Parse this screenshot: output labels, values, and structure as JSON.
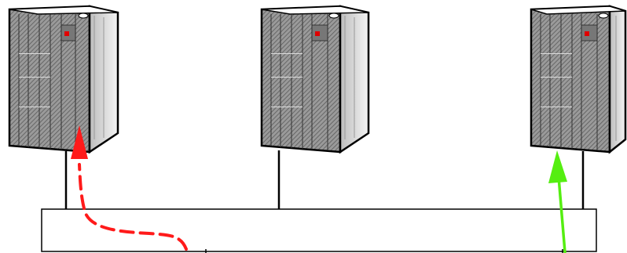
{
  "diagram": {
    "servers": [
      {
        "name": "server-rack-left"
      },
      {
        "name": "server-rack-center"
      },
      {
        "name": "server-rack-right"
      }
    ],
    "arrows": [
      {
        "name": "dashed-path-arrow",
        "style": "dashed",
        "color": "#ff1a1a"
      },
      {
        "name": "solid-path-arrow",
        "style": "solid",
        "color": "#55ee11"
      }
    ],
    "colors": {
      "outline": "#000000",
      "rack_fill": "#8a8a8a",
      "rack_side": "#d8d8d8",
      "indicator": "#e00000",
      "bus_fill": "#ffffff"
    }
  }
}
